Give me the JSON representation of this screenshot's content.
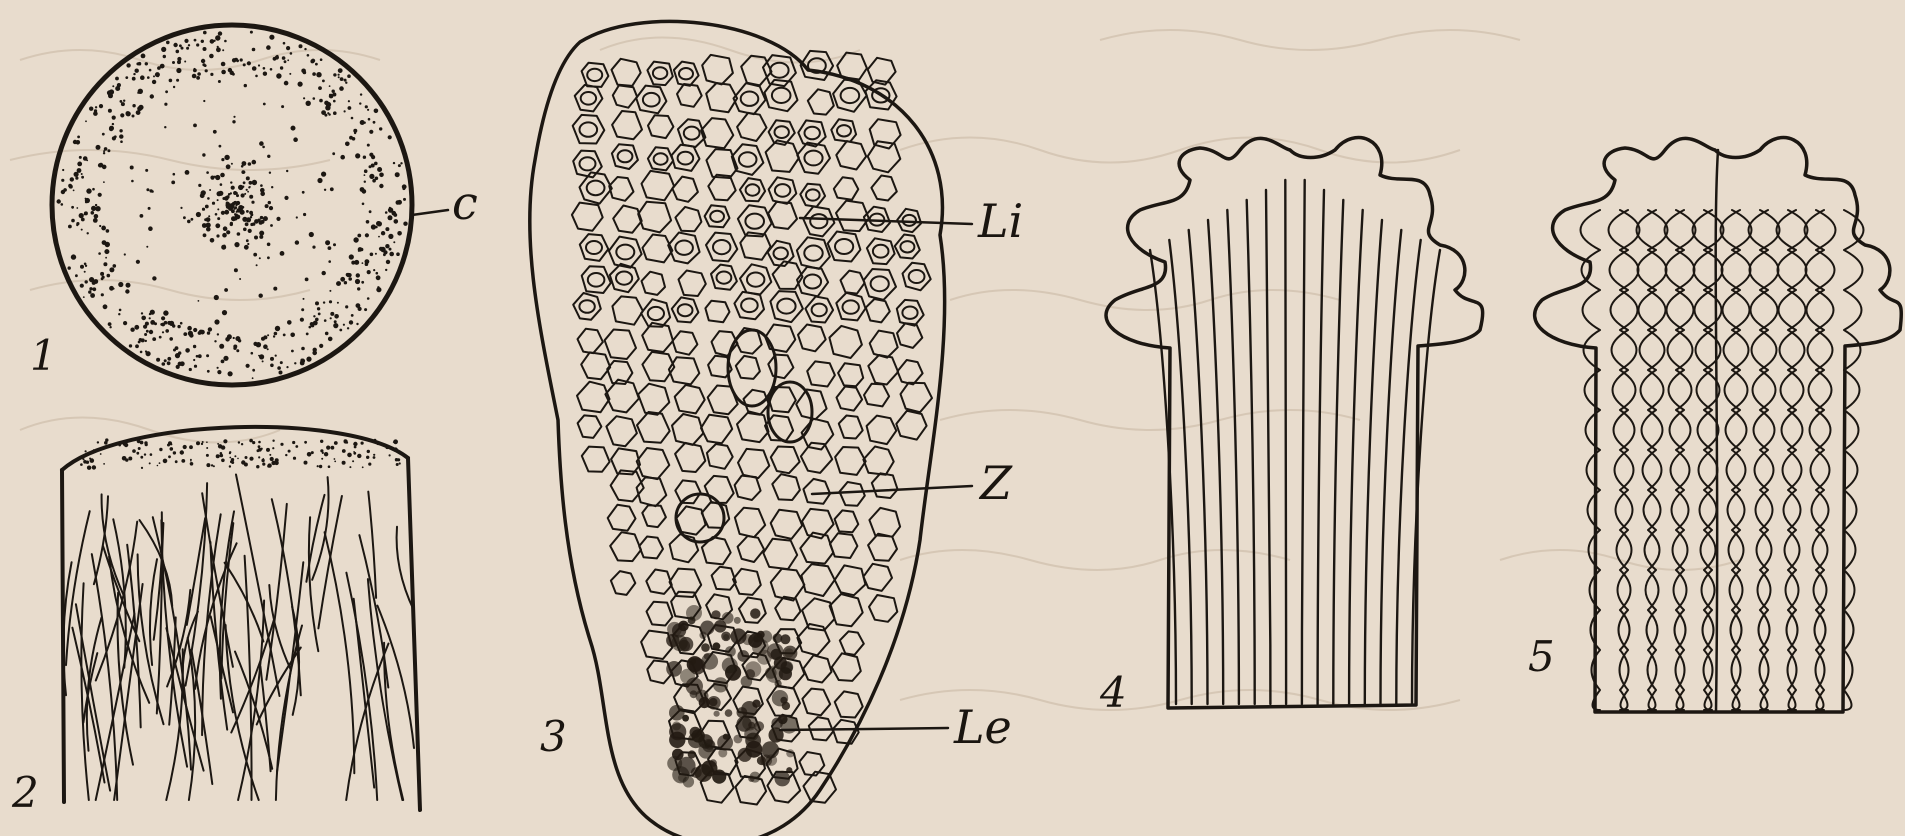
{
  "figures": [
    {
      "number": "1"
    },
    {
      "number": "2"
    },
    {
      "number": "3"
    },
    {
      "number": "4"
    },
    {
      "number": "5"
    }
  ],
  "labels": {
    "c": "c",
    "li": "Li",
    "z": "Z",
    "le": "Le"
  }
}
